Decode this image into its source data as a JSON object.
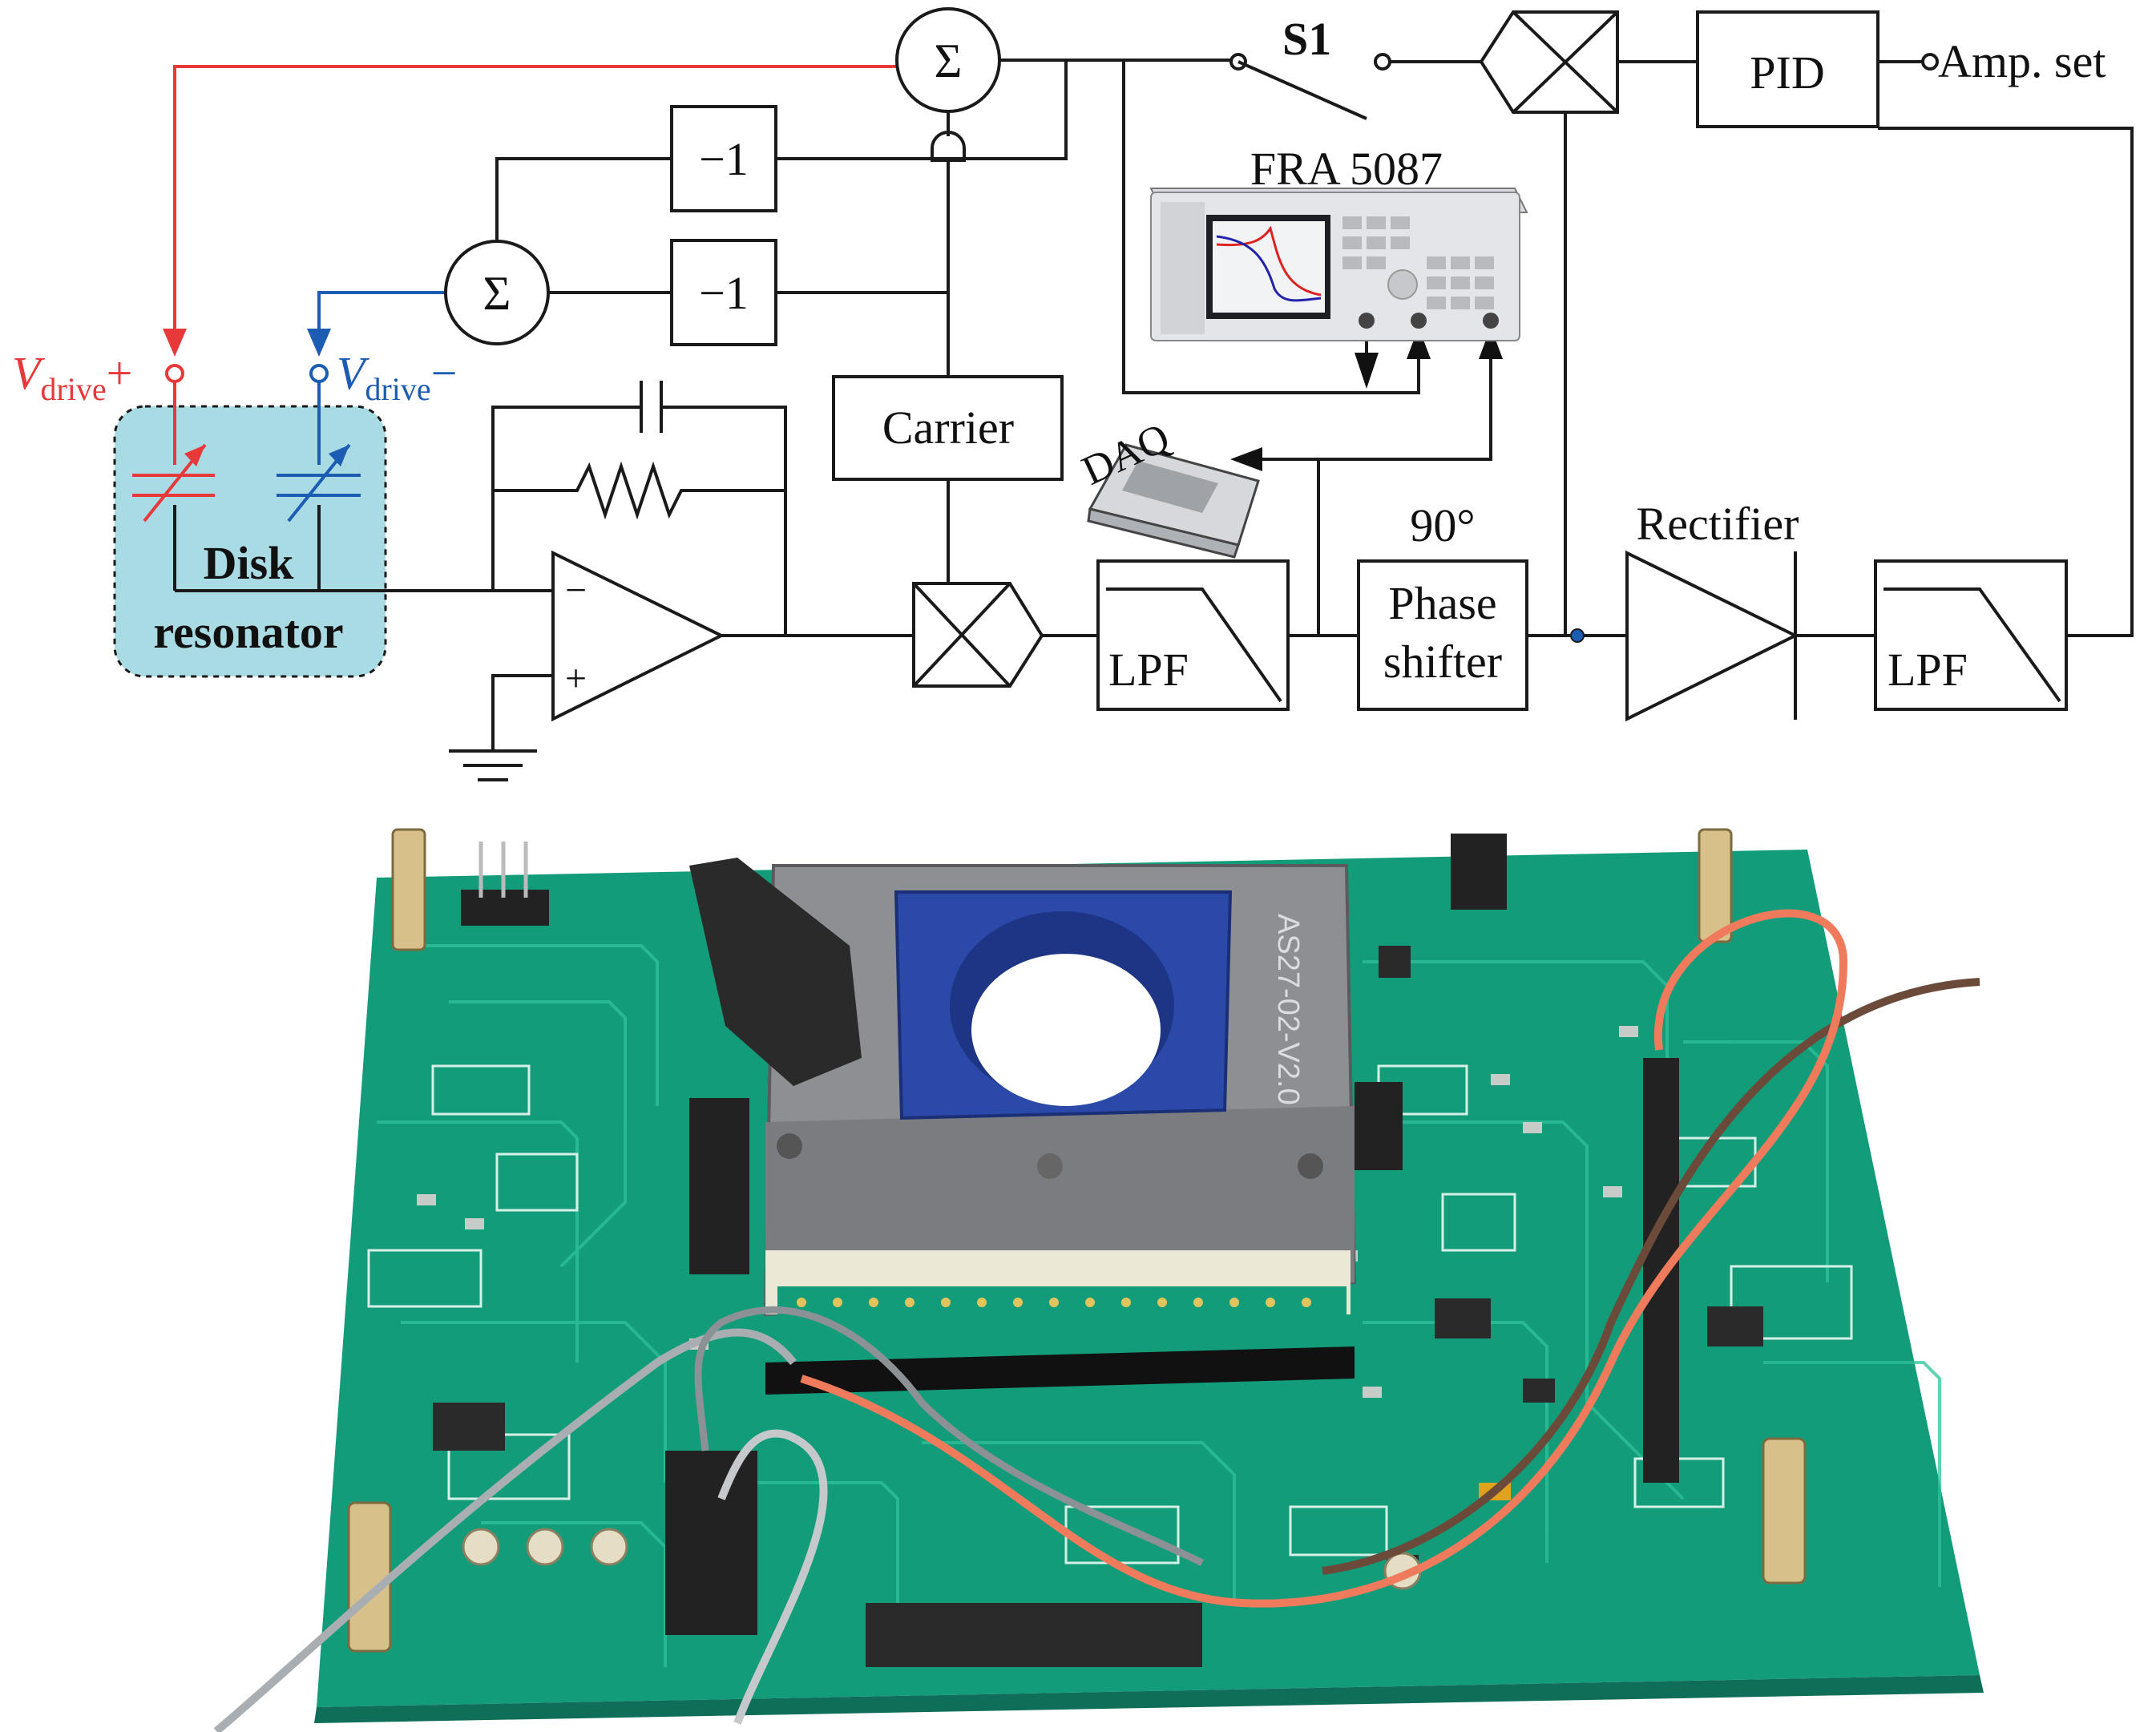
{
  "diagram": {
    "labels": {
      "sum_symbol": "Σ",
      "inverter": "−1",
      "switch": "S1",
      "pid": "PID",
      "amp_set": "Amp. set",
      "fra": "FRA 5087",
      "carrier": "Carrier",
      "daq": "DAQ",
      "lpf": "LPF",
      "phase_deg": "90°",
      "phase_line1": "Phase",
      "phase_line2": "shifter",
      "rectifier": "Rectifier",
      "vdrive_plus_v": "V",
      "vdrive_plus_sub": "drive",
      "vdrive_plus_sign": "+",
      "vdrive_minus_v": "V",
      "vdrive_minus_sub": "drive",
      "vdrive_minus_sign": "−",
      "disk": "Disk",
      "resonator": "resonator",
      "opamp_minus": "−",
      "opamp_plus": "+"
    },
    "colors": {
      "positive_drive": "#e8393a",
      "negative_drive": "#1c5cb3",
      "resonator_fill": "#a8dbe3",
      "wire": "#1a1a1a"
    }
  },
  "photo": {
    "socket_marking": "AS27-02-V2.0",
    "colors": {
      "pcb": "#139c7a",
      "socket": "#8e8f92",
      "socket_insert": "#2a49a8",
      "orange_wire": "#f07a5c",
      "brown_wire": "#6b4a3a",
      "gray_wire": "#a9aeb2"
    }
  }
}
